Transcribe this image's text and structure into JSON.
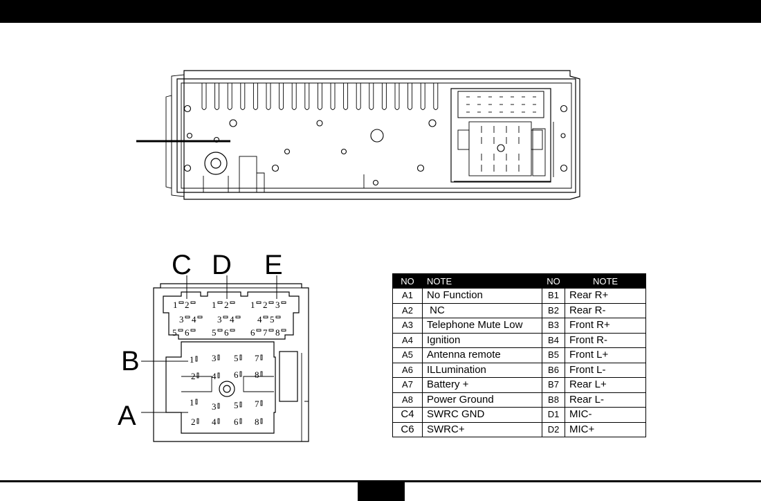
{
  "connector_labels": {
    "c": "C",
    "d": "D",
    "e": "E",
    "b": "B",
    "a": "A"
  },
  "pin_numbers": {
    "c": [
      "1",
      "2",
      "3",
      "4",
      "5",
      "6"
    ],
    "d": [
      "1",
      "2",
      "3",
      "4",
      "5",
      "6"
    ],
    "e": [
      "1",
      "2",
      "3",
      "4",
      "5",
      "6",
      "7",
      "8"
    ],
    "b": [
      "1",
      "3",
      "5",
      "7",
      "2",
      "4",
      "6",
      "8"
    ],
    "a": [
      "1",
      "3",
      "5",
      "7",
      "2",
      "4",
      "6",
      "8"
    ]
  },
  "table": {
    "headers": [
      "NO",
      "NOTE",
      "NO",
      "NOTE"
    ],
    "rows": [
      {
        "no1": "A1",
        "note1": "No Function",
        "no2": "B1",
        "note2": "Rear R+"
      },
      {
        "no1": "A2",
        "note1": " NC",
        "no2": "B2",
        "note2": "Rear R-"
      },
      {
        "no1": "A3",
        "note1": "Telephone Mute Low",
        "no2": "B3",
        "note2": "Front R+"
      },
      {
        "no1": "A4",
        "note1": "Ignition",
        "no2": "B4",
        "note2": "Front R-"
      },
      {
        "no1": "A5",
        "note1": "Antenna remote",
        "no2": "B5",
        "note2": "Front L+"
      },
      {
        "no1": "A6",
        "note1": "ILLumination",
        "no2": "B6",
        "note2": "Front L-"
      },
      {
        "no1": "A7",
        "note1": "Battery +",
        "no2": "B7",
        "note2": "Rear L+"
      },
      {
        "no1": "A8",
        "note1": "Power Ground",
        "no2": "B8",
        "note2": "Rear L-"
      },
      {
        "no1": "C4",
        "note1": "SWRC GND",
        "no2": "D1",
        "note2": "MIC-"
      },
      {
        "no1": "C6",
        "note1": "SWRC+",
        "no2": "D2",
        "note2": "MIC+"
      }
    ]
  }
}
